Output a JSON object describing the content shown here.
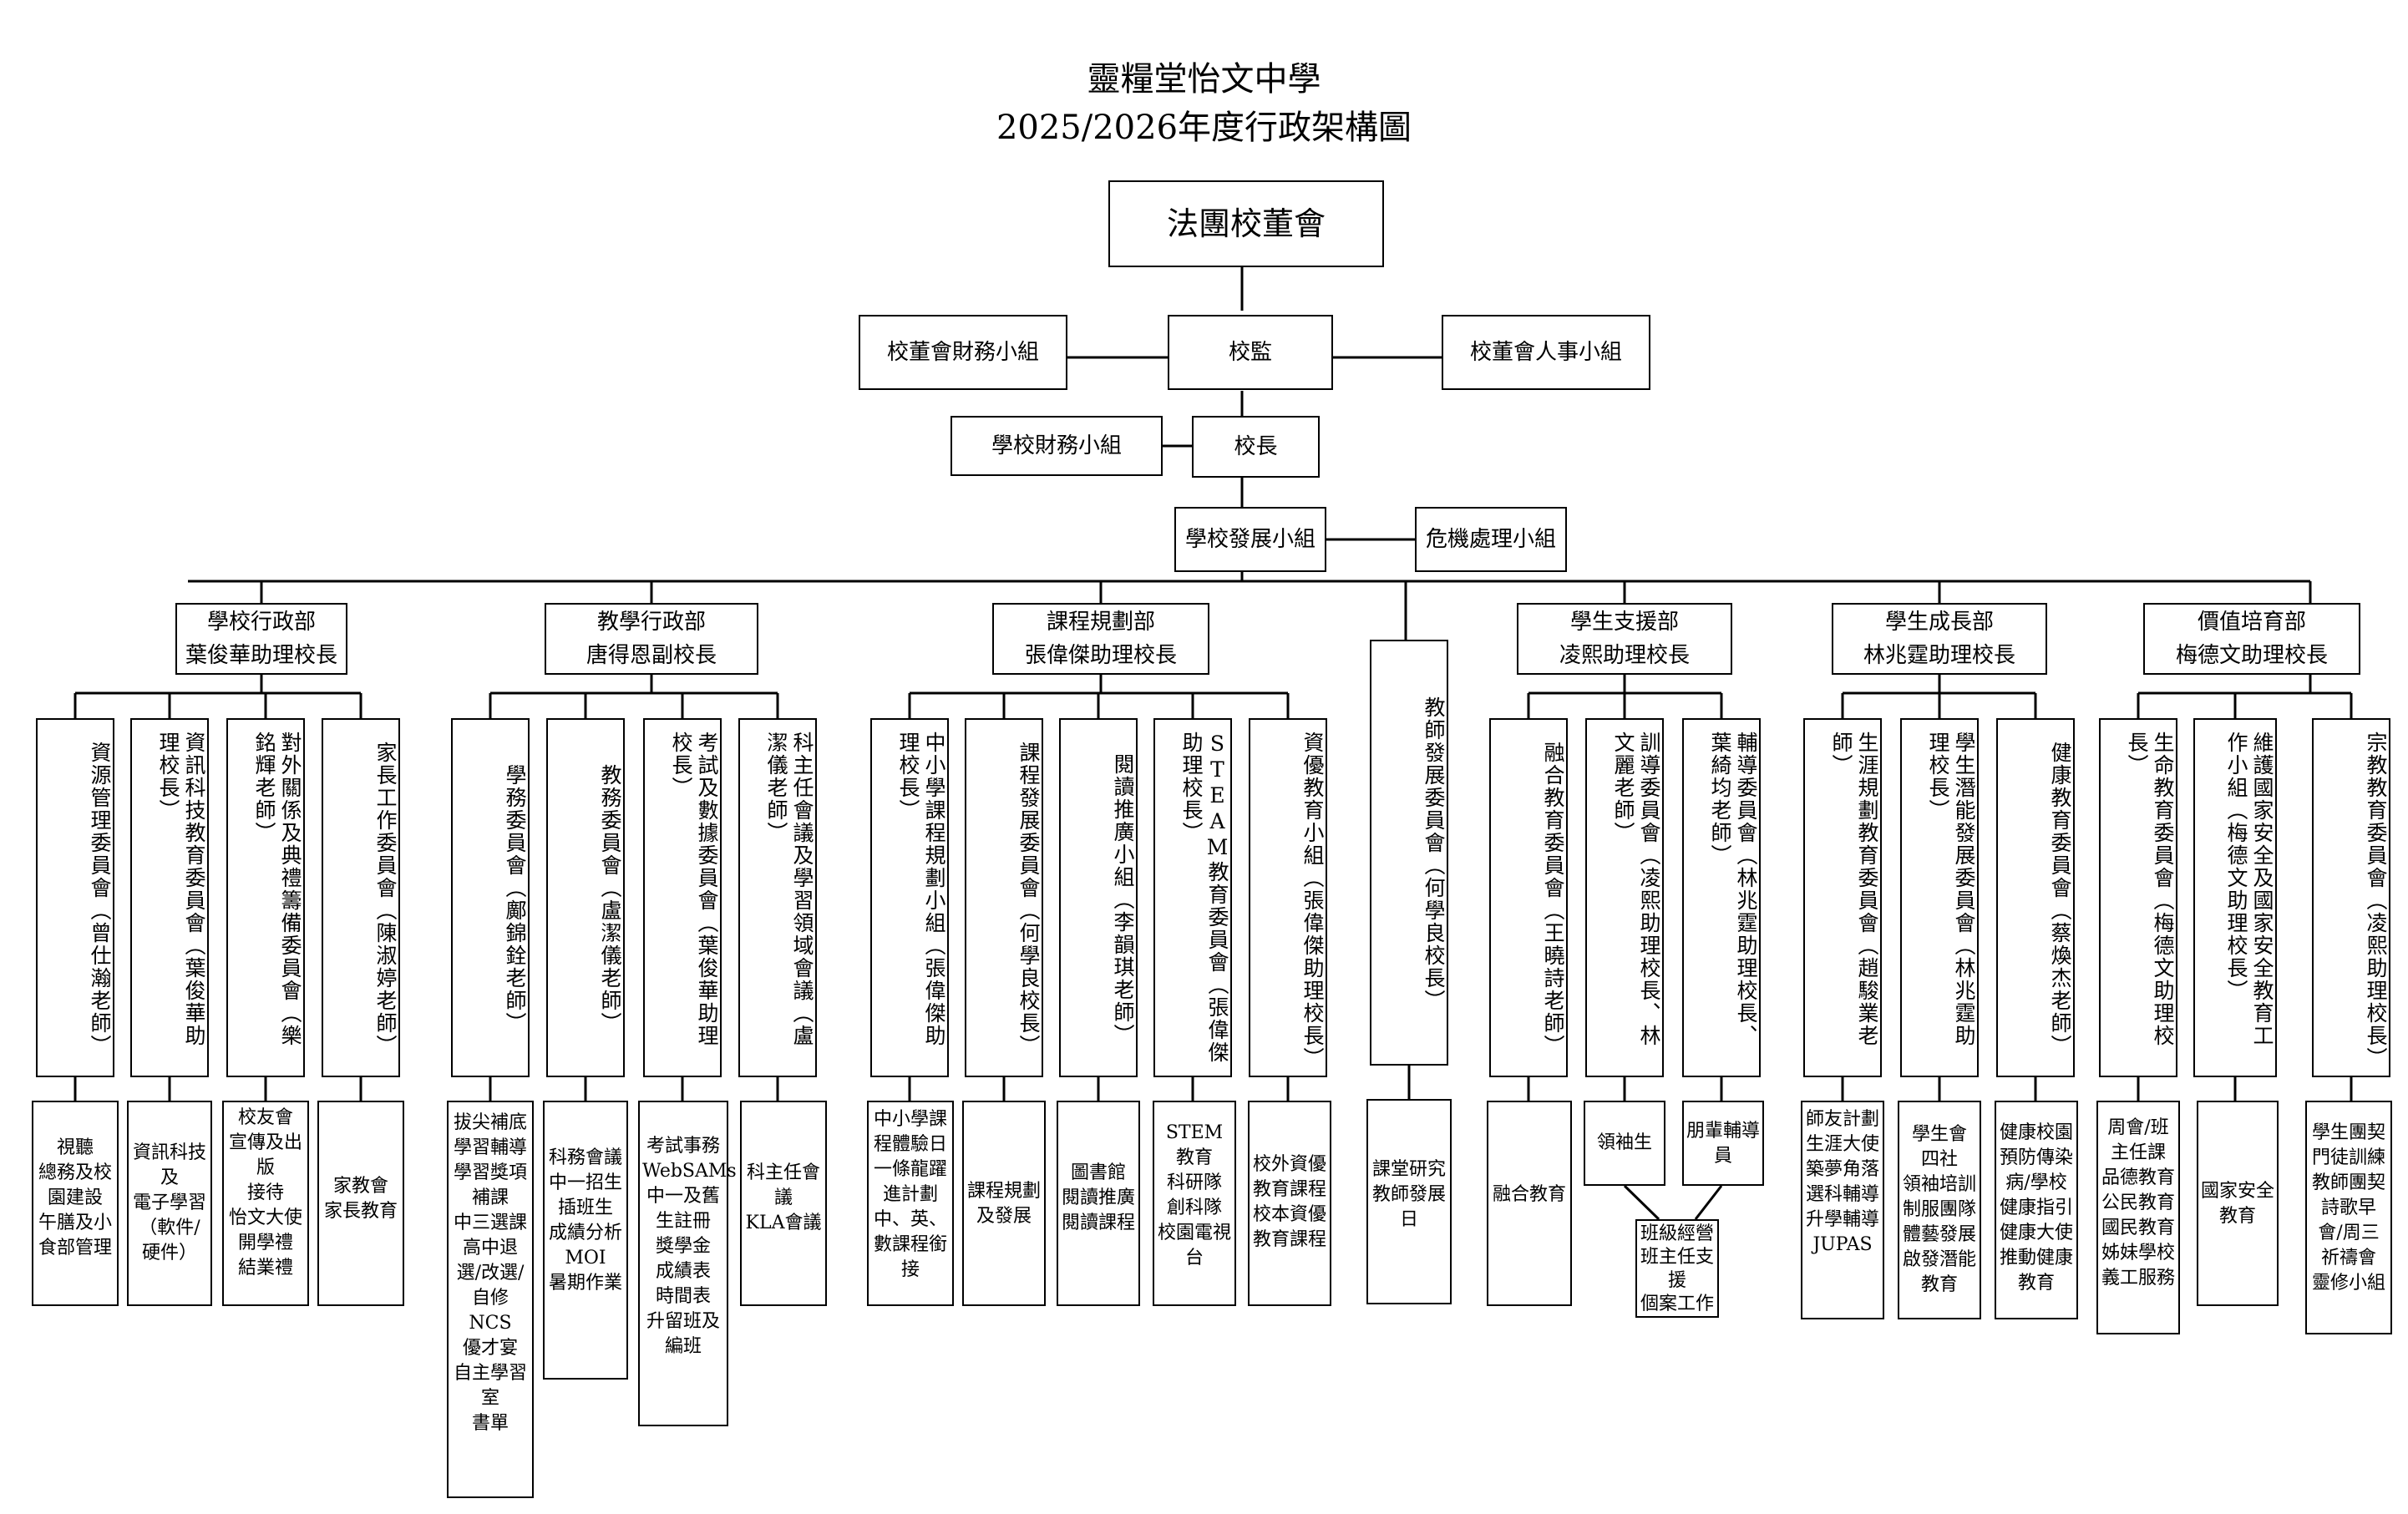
{
  "title": {
    "line1": "靈糧堂怡文中學",
    "line2": "2025/2026年度行政架構圖"
  },
  "top": {
    "board": "法團校董會",
    "finance_group": "校董會財務小組",
    "supervisor": "校監",
    "personnel_group": "校董會人事小組",
    "school_finance": "學校財務小組",
    "principal": "校長",
    "development": "學校發展小組",
    "crisis": "危機處理小組"
  },
  "departments": [
    {
      "name": "學校行政部",
      "head": "葉俊華助理校長",
      "committees": [
        {
          "label": "資源管理委員會（曾仕瀚老師）",
          "tasks": "視聽\n總務及校園建設\n午膳及小食部管理"
        },
        {
          "label": "資訊科技教育委員會（葉俊華助理校長）",
          "tasks": "資訊科技及\n電子學習（軟件/硬件）"
        },
        {
          "label": "對外關係及典禮籌備委員會（樂銘輝老師）",
          "tasks": "校友會\n宣傳及出版\n接待\n怡文大使\n開學禮\n結業禮"
        },
        {
          "label": "家長工作委員會（陳淑婷老師）",
          "tasks": "家教會\n家長教育"
        }
      ]
    },
    {
      "name": "教學行政部",
      "head": "唐得恩副校長",
      "committees": [
        {
          "label": "學務委員會（鄺錦銓老師）",
          "tasks": "拔尖補底\n學習輔導\n學習獎項\n補課\n中三選課\n高中退選/改選/自修\nNCS\n優才宴\n自主學習室\n書單"
        },
        {
          "label": "教務委員會（盧潔儀老師）",
          "tasks": "科務會議\n中一招生\n插班生\n成績分析\nMOI\n暑期作業"
        },
        {
          "label": "考試及數據委員會（葉俊華助理校長）",
          "tasks": "考試事務\nWebSAMs\n中一及舊生註冊\n獎學金\n成績表\n時間表\n升留班及編班"
        },
        {
          "label": "科主任會議及學習領域會議（盧潔儀老師）",
          "tasks": "科主任會議\nKLA會議"
        }
      ]
    },
    {
      "name": "課程規劃部",
      "head": "張偉傑助理校長",
      "committees": [
        {
          "label": "中小學課程規劃小組（張偉傑助理校長）",
          "tasks": "中小學課程體驗日\n一條龍躍進計劃\n中、英、數課程銜接"
        },
        {
          "label": "課程發展委員會（何學良校長）",
          "tasks": "課程規劃及發展"
        },
        {
          "label": "閱讀推廣小組（李韻琪老師）",
          "tasks": "圖書館\n閱讀推廣\n閱讀課程"
        },
        {
          "label": "STEAM教育委員會（張偉傑助理校長）",
          "tasks": "STEM教育\n科研隊\n創科隊\n校園電視台"
        },
        {
          "label": "資優教育小組（張偉傑助理校長）",
          "tasks": "校外資優教育課程\n校本資優教育課程"
        }
      ]
    },
    {
      "name": "",
      "head": "",
      "committees": [
        {
          "label": "教師發展委員會（何學良校長）",
          "tasks": "課堂研究\n教師發展日"
        }
      ]
    },
    {
      "name": "學生支援部",
      "head": "凌熙助理校長",
      "committees": [
        {
          "label": "融合教育委員會（王曉詩老師）",
          "tasks": "融合教育"
        },
        {
          "label": "訓導委員會（凌熙助理校長、林文麗老師）",
          "tasks": "領袖生"
        },
        {
          "label": "輔導委員會（林兆霆助理校長、葉綺均老師）",
          "tasks": "朋輩輔導員"
        }
      ],
      "shared_task": "班級經營\n班主任支援\n個案工作"
    },
    {
      "name": "學生成長部",
      "head": "林兆霆助理校長",
      "committees": [
        {
          "label": "生涯規劃教育委員會（趙駿業老師）",
          "tasks": "師友計劃\n生涯大使\n築夢角落\n選科輔導\n升學輔導\nJUPAS"
        },
        {
          "label": "學生潛能發展委員會（林兆霆助理校長）",
          "tasks": "學生會\n四社\n領袖培訓\n制服團隊\n體藝發展\n啟發潛能教育"
        },
        {
          "label": "健康教育委員會（蔡煥杰老師）",
          "tasks": "健康校園\n預防傳染病/學校健康指引\n健康大使\n推動健康教育"
        }
      ]
    },
    {
      "name": "價值培育部",
      "head": "梅德文助理校長",
      "committees": [
        {
          "label": "生命教育委員會（梅德文助理校長）",
          "tasks": "周會/班主任課\n品德教育\n公民教育\n國民教育\n姊妹學校\n義工服務"
        },
        {
          "label": "維護國家安全及國家安全教育工作小組（梅德文助理校長）",
          "tasks": "國家安全教育"
        },
        {
          "label": "宗教教育委員會（凌熙助理校長）",
          "tasks": "學生團契\n門徒訓練\n教師團契\n詩歌早會/周三祈禱會\n靈修小組"
        }
      ]
    }
  ]
}
